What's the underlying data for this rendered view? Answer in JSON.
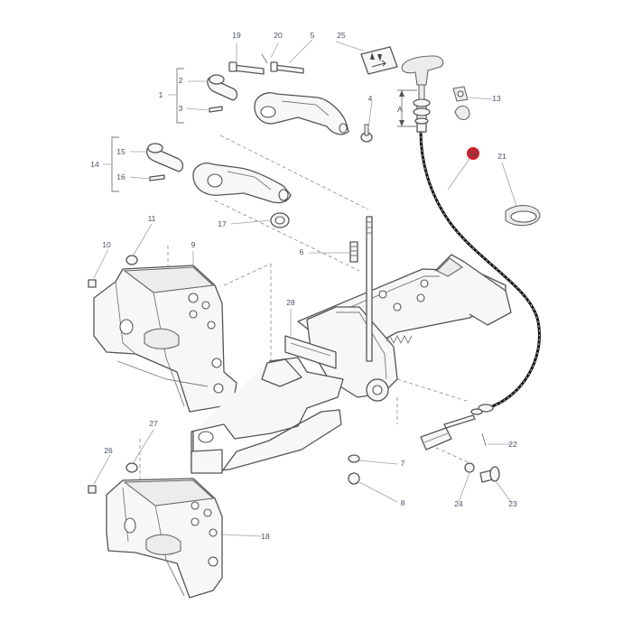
{
  "diagram": {
    "highlight_color": "#d21f26",
    "line_color": "#555555",
    "label_color": "#4a4f66",
    "callouts": [
      {
        "id": "c1",
        "text": "1"
      },
      {
        "id": "c2",
        "text": "2"
      },
      {
        "id": "c3",
        "text": "3"
      },
      {
        "id": "c4",
        "text": "4"
      },
      {
        "id": "c5",
        "text": "5"
      },
      {
        "id": "c6",
        "text": "6"
      },
      {
        "id": "c7",
        "text": "7"
      },
      {
        "id": "c8",
        "text": "8"
      },
      {
        "id": "c9",
        "text": "9"
      },
      {
        "id": "c10",
        "text": "10"
      },
      {
        "id": "c11",
        "text": "11"
      },
      {
        "id": "c12",
        "text": "12",
        "highlighted": true
      },
      {
        "id": "c13",
        "text": "13"
      },
      {
        "id": "c14",
        "text": "14"
      },
      {
        "id": "c15",
        "text": "15"
      },
      {
        "id": "c16",
        "text": "16"
      },
      {
        "id": "c17",
        "text": "17"
      },
      {
        "id": "c18",
        "text": "18"
      },
      {
        "id": "c19",
        "text": "19"
      },
      {
        "id": "c20",
        "text": "20"
      },
      {
        "id": "c21",
        "text": "21"
      },
      {
        "id": "c22",
        "text": "22"
      },
      {
        "id": "c23",
        "text": "23"
      },
      {
        "id": "c24",
        "text": "24"
      },
      {
        "id": "c25",
        "text": "25"
      },
      {
        "id": "c26",
        "text": "26"
      },
      {
        "id": "c27",
        "text": "27"
      },
      {
        "id": "c28",
        "text": "28"
      }
    ],
    "dimension_label": "A",
    "decal_icons": [
      "arrow-up-icon",
      "arrow-down-icon",
      "arrow-right-icon"
    ]
  }
}
